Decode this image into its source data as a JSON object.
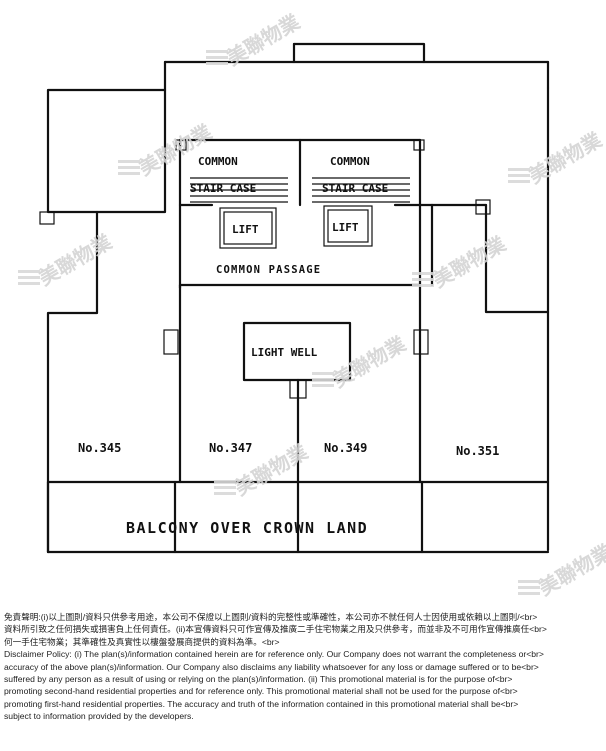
{
  "plan": {
    "rooms": {
      "common_stair_left": [
        "COMMON",
        "STAIR CASE"
      ],
      "common_stair_right": [
        "COMMON",
        "STAIR CASE"
      ],
      "lift_left": "LIFT",
      "lift_right": "LIFT",
      "common_passage": "COMMON PASSAGE",
      "light_well": "LIGHT WELL"
    },
    "flats": [
      "No.345",
      "No.347",
      "No.349",
      "No.351"
    ],
    "balcony": "BALCONY OVER CROWN LAND"
  },
  "watermark": {
    "text": "美聯物業"
  },
  "disclaimer": {
    "lines": [
      "免責聲明:(i)以上圖則/資料只供參考用途，本公司不保證以上圖則/資料的完整性或準確性，本公司亦不就任何人士因使用或依賴以上圖則/<br>",
      "資料所引致之任何損失或損害負上任何責任。(ii)本宣傳資料只可作宣傳及推廣二手住宅物業之用及只供參考，而並非及不可用作宣傳推廣任<br>",
      "何一手住宅物業；其準確性及真實性以樓盤發展商提供的資料為準。<br>",
      "Disclaimer Policy: (i) The plan(s)/information contained herein are for reference only. Our Company does not warrant the completeness or<br>",
      "accuracy of the above plan(s)/information. Our Company also disclaims any liability whatsoever for any loss or damage suffered or to be<br>",
      "suffered by any person as a result of using or relying on the plan(s)/information. (ii) This promotional material is for the purpose of<br>",
      "promoting second-hand residential properties and for reference only. This promotional material shall not be used for the purpose of<br>",
      "promoting first-hand residential properties. The accuracy and truth of the information contained in this promotional material shall be<br>",
      "subject to information provided by the developers."
    ]
  }
}
